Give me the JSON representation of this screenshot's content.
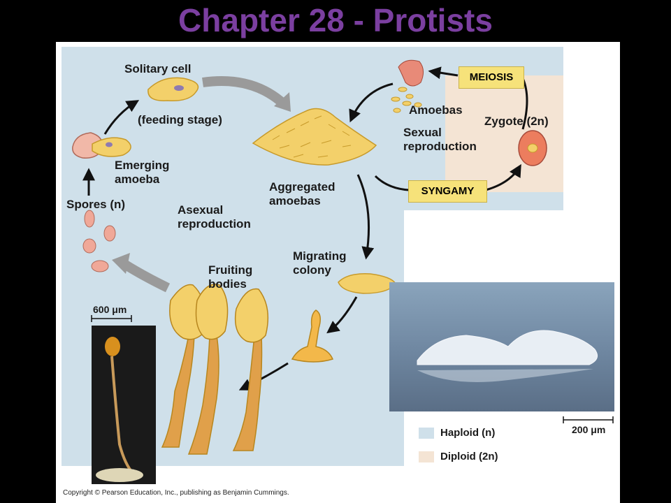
{
  "title": "Chapter 28 - Protists",
  "diagram": {
    "labels": {
      "solitary_cell": "Solitary cell",
      "feeding_stage": "(feeding stage)",
      "emerging": "Emerging",
      "amoeba": "amoeba",
      "spores": "Spores (n)",
      "asexual_1": "Asexual",
      "asexual_2": "reproduction",
      "aggregated": "Aggregated",
      "amoebas_agg": "amoebas",
      "amoebas": "Amoebas",
      "zygote": "Zygote (2n)",
      "sexual_1": "Sexual",
      "sexual_2": "reproduction",
      "migrating": "Migrating",
      "colony": "colony",
      "fruiting": "Fruiting",
      "bodies": "bodies",
      "meiosis": "MEIOSIS",
      "syngamy": "SYNGAMY",
      "scale_600": "600 μm",
      "scale_200": "200 μm"
    },
    "legend": [
      {
        "label": "Haploid (n)",
        "color": "#cfe0ea"
      },
      {
        "label": "Diploid (2n)",
        "color": "#f4e4d4"
      }
    ]
  },
  "copyright": "Copyright © Pearson Education, Inc., publishing as Benjamin Cummings."
}
